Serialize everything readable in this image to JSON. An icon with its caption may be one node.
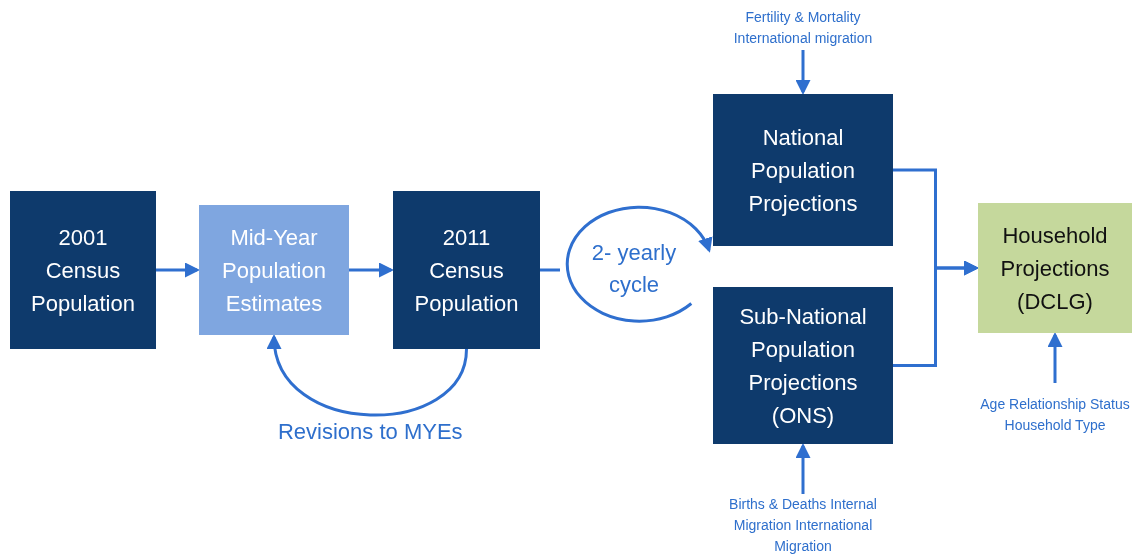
{
  "diagram": {
    "nodes": [
      {
        "text": [
          "2001 Census Population"
        ]
      },
      {
        "text": [
          "Mid-Year Population Estimates"
        ]
      },
      {
        "text": [
          "2011 Census Population"
        ]
      },
      {
        "text": [
          "2- yearly cycle"
        ]
      },
      {
        "text": [
          "National Population Projections"
        ]
      },
      {
        "text": [
          "Sub-National Population Projections (ONS)"
        ]
      },
      {
        "text": [
          "Household Projections (DCLG)"
        ]
      },
      {
        "text": [
          "Fertility & Mortality International migration"
        ]
      },
      {
        "text": [
          "Births & Deaths Internal Migration International Migration"
        ]
      },
      {
        "text": [
          "Age Relationship Status Household Type"
        ]
      }
    ],
    "edges": [
      {
        "from": 0,
        "to": 1,
        "arrow": "to"
      },
      {
        "from": 1,
        "to": 2,
        "arrow": "to"
      },
      {
        "from": 2,
        "to": 1,
        "arrow": "to",
        "label": "Revisions to MYEs"
      },
      {
        "from": 2,
        "to": 3,
        "arrow": "none"
      },
      {
        "from": 3,
        "to": 4,
        "arrow": "to"
      },
      {
        "from": 4,
        "to": 6,
        "arrow": "to"
      },
      {
        "from": 5,
        "to": 6,
        "arrow": "to"
      },
      {
        "from": 7,
        "to": 4,
        "arrow": "to"
      },
      {
        "from": 8,
        "to": 5,
        "arrow": "to"
      },
      {
        "from": 9,
        "to": 6,
        "arrow": "to"
      }
    ]
  }
}
